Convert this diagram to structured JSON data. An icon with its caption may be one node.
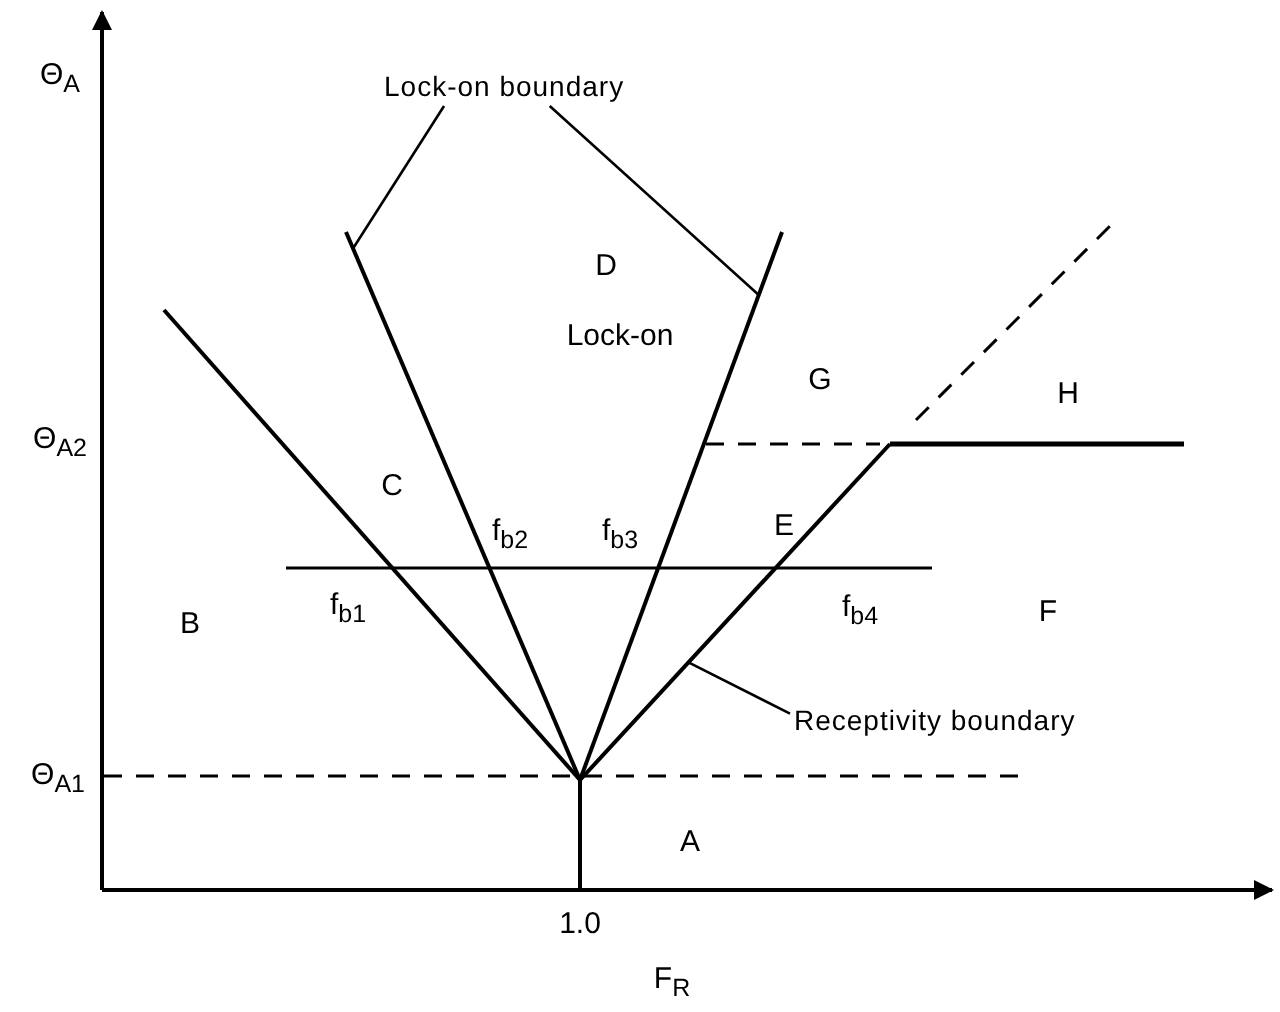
{
  "diagram": {
    "nodes": [
      {
        "text": [
          "Lock-on boundary"
        ]
      },
      {
        "text": [],
        "shape": "line"
      },
      {
        "text": [],
        "shape": "line"
      },
      {
        "text": [
          "Receptivity boundary"
        ]
      },
      {
        "text": [],
        "shape": "line"
      }
    ],
    "edges": [
      {
        "from": 0,
        "to": 1,
        "arrow": "none"
      },
      {
        "from": 0,
        "to": 2,
        "arrow": "none"
      },
      {
        "from": 3,
        "to": 4,
        "arrow": "none"
      }
    ],
    "labels": [
      "Θ$_{A}$",
      "D",
      "Lock-on",
      "G",
      "H",
      "Θ$_{A2}$",
      "C",
      "E",
      "f$_{b2}$",
      "f$_{b3}$",
      "f$_{b1}$",
      "f$_{b4}$",
      "B",
      "F",
      "Θ$_{A1}$",
      "A",
      "1.0",
      "F$_{R}$"
    ]
  }
}
